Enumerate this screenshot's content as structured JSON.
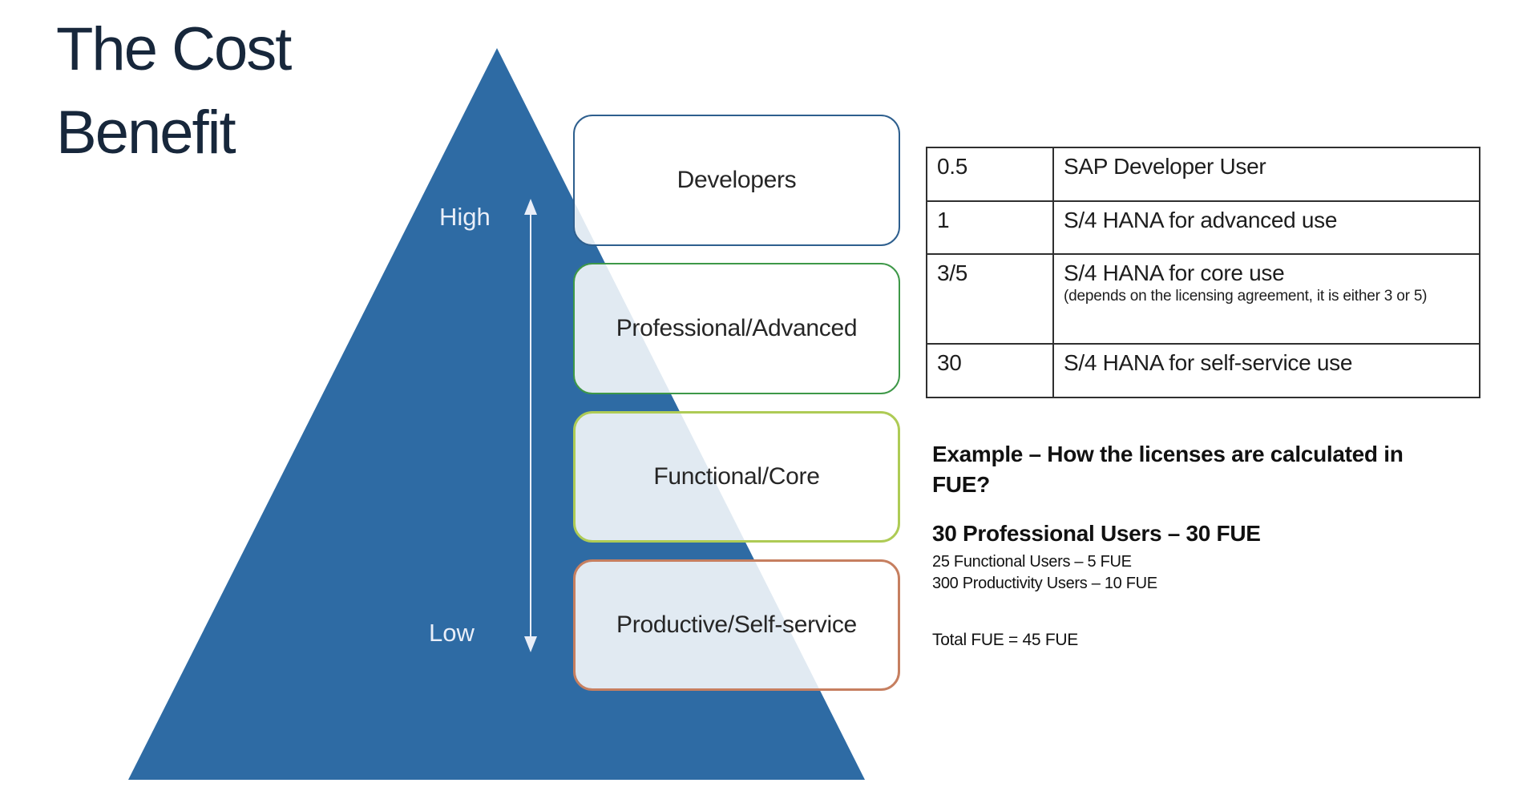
{
  "slide": {
    "title_lines": [
      "The Cost",
      "Benefit"
    ]
  },
  "pyramid": {
    "fill": "#2E6BA4",
    "arrow_color": "#E9EEF8",
    "axis": {
      "high_label": "High",
      "low_label": "Low"
    },
    "levels": [
      {
        "label": "Developers",
        "border": "#2E5F8E"
      },
      {
        "label": "Professional/Advanced",
        "border": "#3E9848"
      },
      {
        "label": "Functional/Core",
        "border": "#AECB55"
      },
      {
        "label": "Productive/Self-service",
        "border": "#C67F60"
      }
    ]
  },
  "fue_table": {
    "rows": [
      {
        "value": "0.5",
        "description": "SAP Developer User",
        "note": ""
      },
      {
        "value": "1",
        "description": "S/4 HANA for advanced use",
        "note": ""
      },
      {
        "value": "3/5",
        "description": "S/4 HANA for core use",
        "note": "(depends on the licensing agreement, it is either 3 or 5)"
      },
      {
        "value": "30",
        "description": "S/4 HANA for self-service use",
        "note": ""
      }
    ]
  },
  "example": {
    "heading": "Example – How the licenses are calculated in FUE?",
    "line1": "30 Professional Users – 30 FUE",
    "line2": "25 Functional Users – 5 FUE",
    "line3": "300 Productivity Users – 10 FUE",
    "total": "Total FUE = 45 FUE"
  }
}
